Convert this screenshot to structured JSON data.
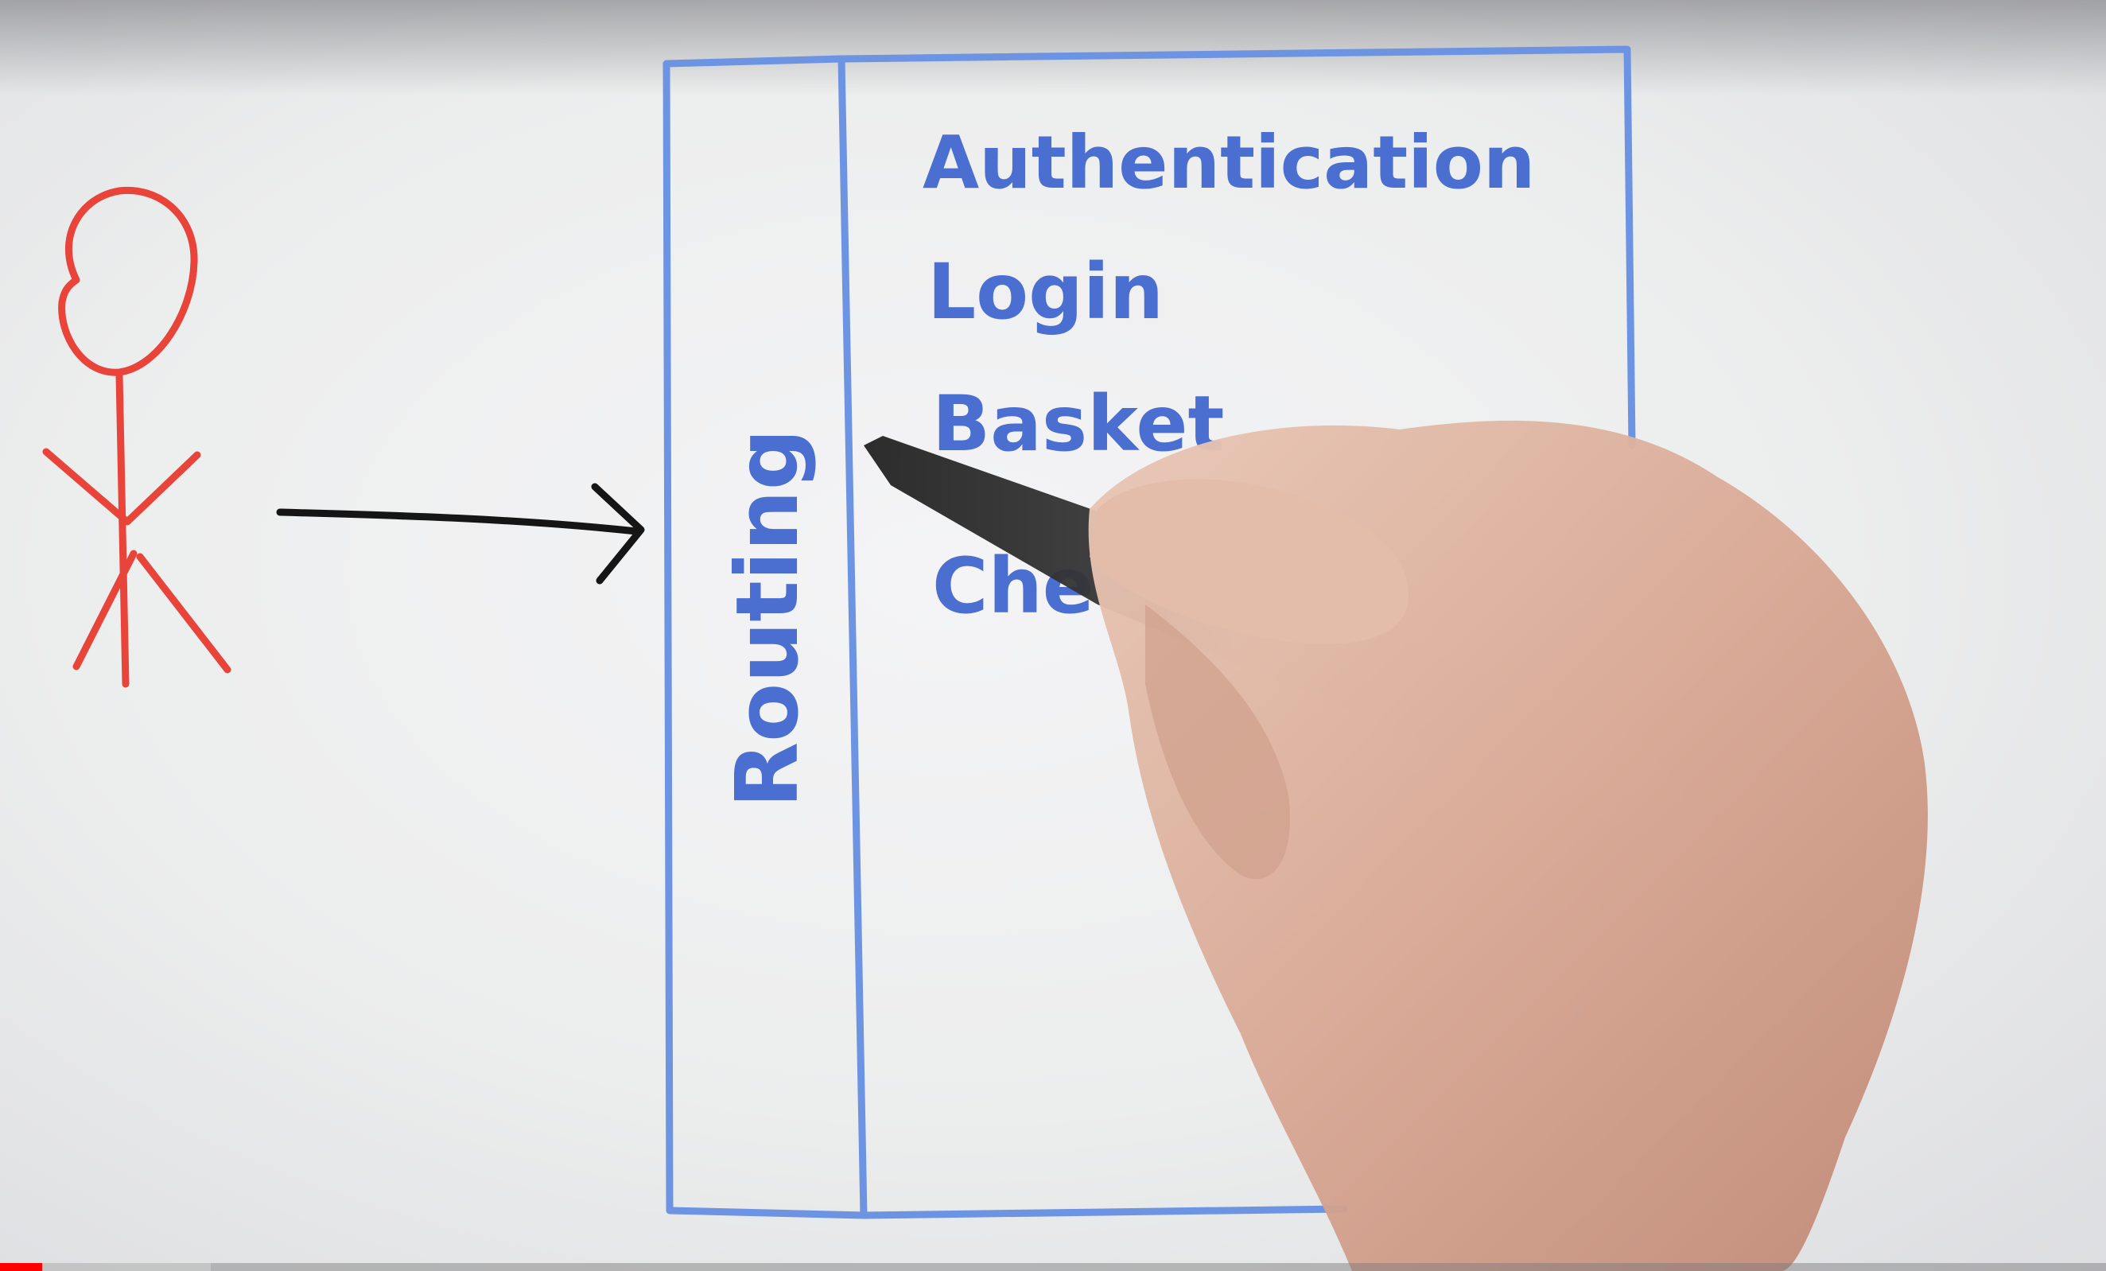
{
  "whiteboard": {
    "routing_label": "Routing",
    "modules": [
      {
        "label": "Authentication"
      },
      {
        "label": "Login"
      },
      {
        "label": "Basket"
      },
      {
        "label": "Che"
      }
    ]
  },
  "colors": {
    "figure": "#e8443a",
    "arrow": "#151515",
    "box": "#6c94e2",
    "text": "#4a6fd0"
  },
  "player": {
    "played_fraction": 0.02,
    "buffered_fraction": 0.1,
    "played_color": "#ff0000"
  }
}
